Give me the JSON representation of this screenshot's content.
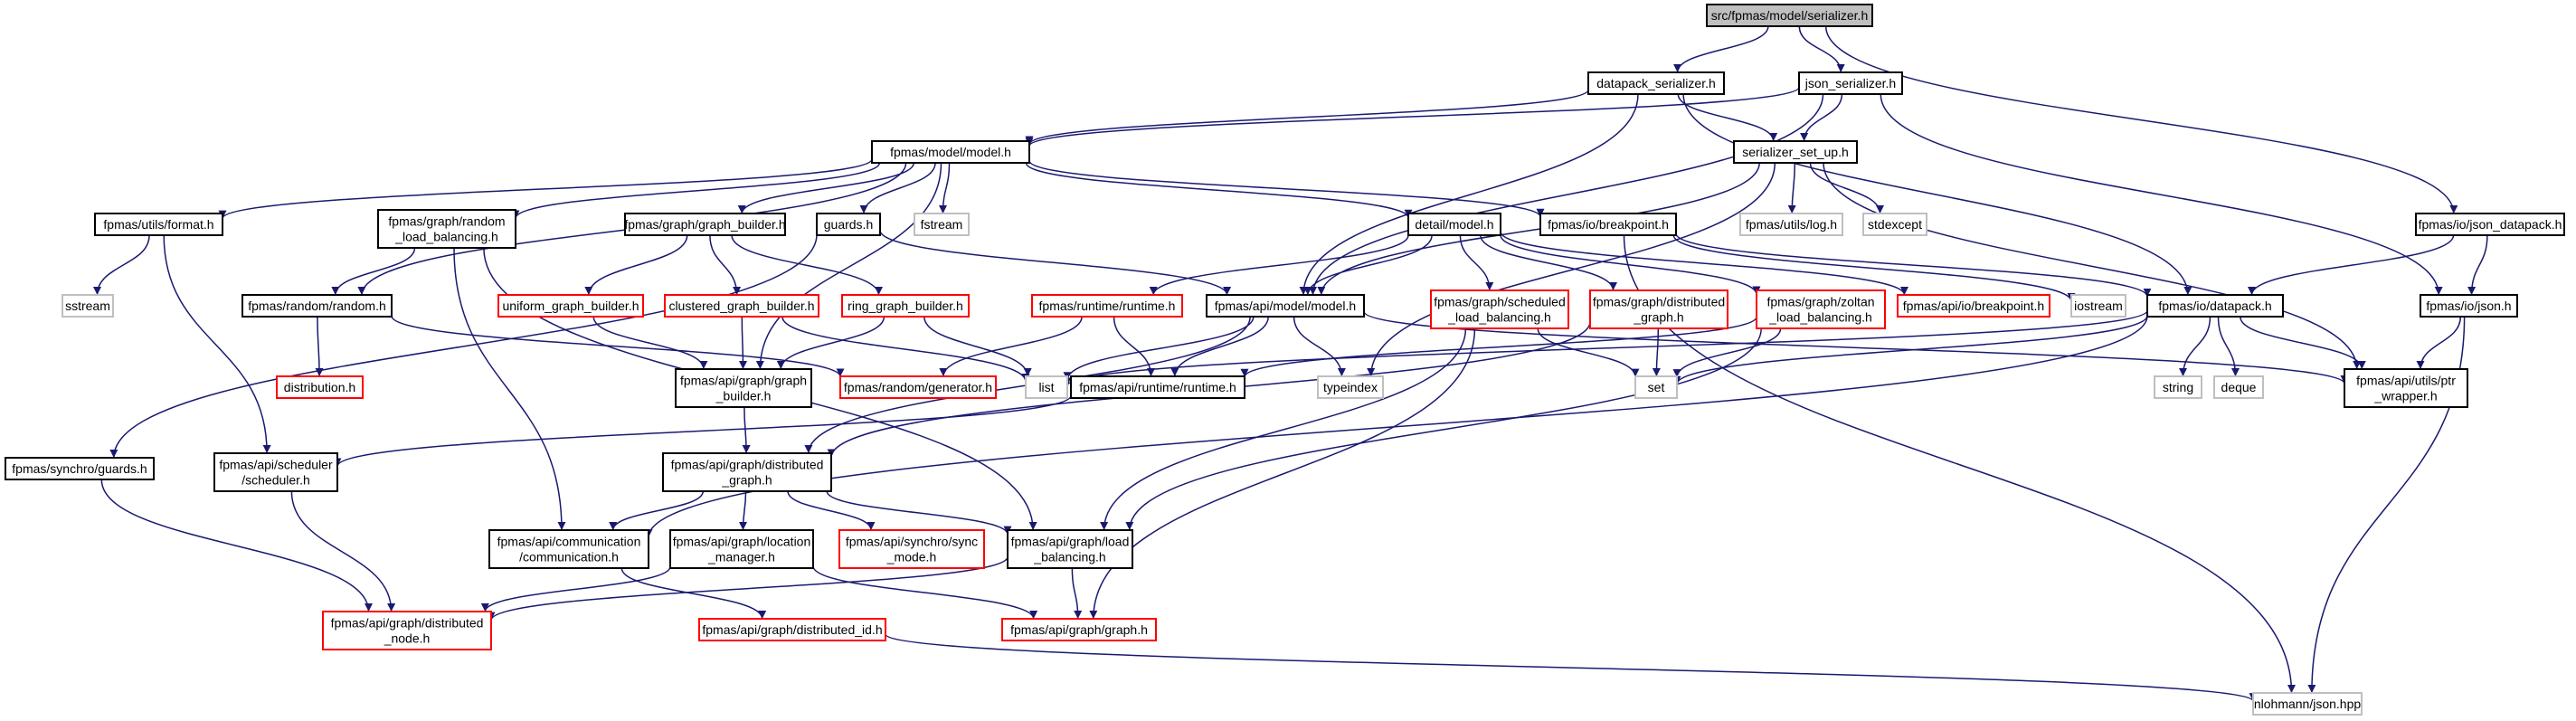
{
  "palette": {
    "edge": "#191970",
    "documented_border": "#000000",
    "truncated_border": "#ff0000",
    "external_border": "#bfbfbf",
    "root_fill": "#bfbfbf",
    "node_fill": "#ffffff"
  },
  "nodes": {
    "root": {
      "lines": [
        "src/fpmas/model/serializer.h"
      ],
      "kind": "root"
    },
    "datapack_serializer": {
      "lines": [
        "datapack_serializer.h"
      ],
      "kind": "documented"
    },
    "json_serializer": {
      "lines": [
        "json_serializer.h"
      ],
      "kind": "documented"
    },
    "fpmas_model": {
      "lines": [
        "fpmas/model/model.h"
      ],
      "kind": "documented"
    },
    "serializer_set_up": {
      "lines": [
        "serializer_set_up.h"
      ],
      "kind": "documented"
    },
    "io_json_datapack": {
      "lines": [
        "fpmas/io/json_datapack.h"
      ],
      "kind": "documented"
    },
    "utils_format": {
      "lines": [
        "fpmas/utils/format.h"
      ],
      "kind": "documented"
    },
    "random_load_balancing": {
      "lines": [
        "fpmas/graph/random",
        "_load_balancing.h"
      ],
      "kind": "documented"
    },
    "graph_builder": {
      "lines": [
        "fpmas/graph/graph_builder.h"
      ],
      "kind": "documented"
    },
    "guards": {
      "lines": [
        "guards.h"
      ],
      "kind": "documented"
    },
    "fstream": {
      "lines": [
        "fstream"
      ],
      "kind": "external"
    },
    "detail_model": {
      "lines": [
        "detail/model.h"
      ],
      "kind": "documented"
    },
    "io_breakpoint": {
      "lines": [
        "fpmas/io/breakpoint.h"
      ],
      "kind": "documented"
    },
    "utils_log": {
      "lines": [
        "fpmas/utils/log.h"
      ],
      "kind": "external"
    },
    "stdexcept": {
      "lines": [
        "stdexcept"
      ],
      "kind": "external"
    },
    "sstream": {
      "lines": [
        "sstream"
      ],
      "kind": "external"
    },
    "random_random": {
      "lines": [
        "fpmas/random/random.h"
      ],
      "kind": "documented"
    },
    "uniform_graph_builder": {
      "lines": [
        "uniform_graph_builder.h"
      ],
      "kind": "truncated"
    },
    "clustered_graph_builder": {
      "lines": [
        "clustered_graph_builder.h"
      ],
      "kind": "truncated"
    },
    "ring_graph_builder": {
      "lines": [
        "ring_graph_builder.h"
      ],
      "kind": "truncated"
    },
    "runtime_runtime": {
      "lines": [
        "fpmas/runtime/runtime.h"
      ],
      "kind": "truncated"
    },
    "api_model_model": {
      "lines": [
        "fpmas/api/model/model.h"
      ],
      "kind": "documented"
    },
    "scheduled_load_balancing": {
      "lines": [
        "fpmas/graph/scheduled",
        "_load_balancing.h"
      ],
      "kind": "truncated"
    },
    "graph_distributed_graph": {
      "lines": [
        "fpmas/graph/distributed",
        "_graph.h"
      ],
      "kind": "truncated"
    },
    "zoltan_load_balancing": {
      "lines": [
        "fpmas/graph/zoltan",
        "_load_balancing.h"
      ],
      "kind": "truncated"
    },
    "api_io_breakpoint": {
      "lines": [
        "fpmas/api/io/breakpoint.h"
      ],
      "kind": "truncated"
    },
    "iostream": {
      "lines": [
        "iostream"
      ],
      "kind": "external"
    },
    "io_datapack": {
      "lines": [
        "fpmas/io/datapack.h"
      ],
      "kind": "documented"
    },
    "io_json": {
      "lines": [
        "fpmas/io/json.h"
      ],
      "kind": "documented"
    },
    "distribution": {
      "lines": [
        "distribution.h"
      ],
      "kind": "truncated"
    },
    "random_generator": {
      "lines": [
        "fpmas/random/generator.h"
      ],
      "kind": "truncated"
    },
    "api_graph_builder": {
      "lines": [
        "fpmas/api/graph/graph",
        "_builder.h"
      ],
      "kind": "documented"
    },
    "list": {
      "lines": [
        "list"
      ],
      "kind": "external"
    },
    "api_runtime": {
      "lines": [
        "fpmas/api/runtime/runtime.h"
      ],
      "kind": "documented"
    },
    "typeindex": {
      "lines": [
        "typeindex"
      ],
      "kind": "external"
    },
    "set": {
      "lines": [
        "set"
      ],
      "kind": "external"
    },
    "string": {
      "lines": [
        "string"
      ],
      "kind": "external"
    },
    "deque": {
      "lines": [
        "deque"
      ],
      "kind": "external"
    },
    "ptr_wrapper": {
      "lines": [
        "fpmas/api/utils/ptr",
        "_wrapper.h"
      ],
      "kind": "documented"
    },
    "synchro_guards": {
      "lines": [
        "fpmas/synchro/guards.h"
      ],
      "kind": "documented"
    },
    "api_scheduler": {
      "lines": [
        "fpmas/api/scheduler",
        "/scheduler.h"
      ],
      "kind": "documented"
    },
    "api_distributed_graph": {
      "lines": [
        "fpmas/api/graph/distributed",
        "_graph.h"
      ],
      "kind": "documented"
    },
    "api_communication": {
      "lines": [
        "fpmas/api/communication",
        "/communication.h"
      ],
      "kind": "documented"
    },
    "location_manager": {
      "lines": [
        "fpmas/api/graph/location",
        "_manager.h"
      ],
      "kind": "documented"
    },
    "sync_mode": {
      "lines": [
        "fpmas/api/synchro/sync",
        "_mode.h"
      ],
      "kind": "truncated"
    },
    "api_load_balancing": {
      "lines": [
        "fpmas/api/graph/load",
        "_balancing.h"
      ],
      "kind": "documented"
    },
    "distributed_node": {
      "lines": [
        "fpmas/api/graph/distributed",
        "_node.h"
      ],
      "kind": "truncated"
    },
    "distributed_id": {
      "lines": [
        "fpmas/api/graph/distributed_id.h"
      ],
      "kind": "truncated"
    },
    "api_graph_graph": {
      "lines": [
        "fpmas/api/graph/graph.h"
      ],
      "kind": "truncated"
    },
    "nlohmann": {
      "lines": [
        "nlohmann/json.hpp"
      ],
      "kind": "external"
    }
  },
  "edges": [
    [
      "root",
      "datapack_serializer"
    ],
    [
      "root",
      "json_serializer"
    ],
    [
      "root",
      "io_json_datapack"
    ],
    [
      "datapack_serializer",
      "fpmas_model"
    ],
    [
      "datapack_serializer",
      "serializer_set_up"
    ],
    [
      "datapack_serializer",
      "api_model_model"
    ],
    [
      "datapack_serializer",
      "io_datapack"
    ],
    [
      "json_serializer",
      "fpmas_model"
    ],
    [
      "json_serializer",
      "serializer_set_up"
    ],
    [
      "json_serializer",
      "api_model_model"
    ],
    [
      "json_serializer",
      "io_json"
    ],
    [
      "fpmas_model",
      "utils_format"
    ],
    [
      "fpmas_model",
      "random_load_balancing"
    ],
    [
      "fpmas_model",
      "graph_builder"
    ],
    [
      "fpmas_model",
      "guards"
    ],
    [
      "fpmas_model",
      "fstream"
    ],
    [
      "fpmas_model",
      "detail_model"
    ],
    [
      "fpmas_model",
      "io_breakpoint"
    ],
    [
      "fpmas_model",
      "random_random"
    ],
    [
      "fpmas_model",
      "api_graph_builder"
    ],
    [
      "serializer_set_up",
      "utils_log"
    ],
    [
      "serializer_set_up",
      "stdexcept"
    ],
    [
      "serializer_set_up",
      "typeindex"
    ],
    [
      "serializer_set_up",
      "ptr_wrapper"
    ],
    [
      "serializer_set_up",
      "api_model_model"
    ],
    [
      "io_json_datapack",
      "io_datapack"
    ],
    [
      "io_json_datapack",
      "io_json"
    ],
    [
      "utils_format",
      "sstream"
    ],
    [
      "utils_format",
      "api_scheduler"
    ],
    [
      "random_load_balancing",
      "random_random"
    ],
    [
      "random_load_balancing",
      "api_communication"
    ],
    [
      "random_load_balancing",
      "api_load_balancing"
    ],
    [
      "graph_builder",
      "uniform_graph_builder"
    ],
    [
      "graph_builder",
      "clustered_graph_builder"
    ],
    [
      "graph_builder",
      "ring_graph_builder"
    ],
    [
      "guards",
      "api_model_model"
    ],
    [
      "guards",
      "synchro_guards"
    ],
    [
      "detail_model",
      "runtime_runtime"
    ],
    [
      "detail_model",
      "api_model_model"
    ],
    [
      "detail_model",
      "scheduled_load_balancing"
    ],
    [
      "detail_model",
      "graph_distributed_graph"
    ],
    [
      "detail_model",
      "zoltan_load_balancing"
    ],
    [
      "detail_model",
      "api_io_breakpoint"
    ],
    [
      "io_breakpoint",
      "iostream"
    ],
    [
      "io_breakpoint",
      "io_datapack"
    ],
    [
      "io_breakpoint",
      "nlohmann"
    ],
    [
      "random_random",
      "distribution"
    ],
    [
      "random_random",
      "random_generator"
    ],
    [
      "uniform_graph_builder",
      "api_graph_builder"
    ],
    [
      "clustered_graph_builder",
      "api_graph_builder"
    ],
    [
      "clustered_graph_builder",
      "list"
    ],
    [
      "ring_graph_builder",
      "api_graph_builder"
    ],
    [
      "ring_graph_builder",
      "list"
    ],
    [
      "runtime_runtime",
      "random_generator"
    ],
    [
      "runtime_runtime",
      "api_runtime"
    ],
    [
      "api_model_model",
      "list"
    ],
    [
      "api_model_model",
      "api_runtime"
    ],
    [
      "api_model_model",
      "typeindex"
    ],
    [
      "api_model_model",
      "api_distributed_graph"
    ],
    [
      "api_model_model",
      "ptr_wrapper"
    ],
    [
      "scheduled_load_balancing",
      "set"
    ],
    [
      "scheduled_load_balancing",
      "api_load_balancing"
    ],
    [
      "scheduled_load_balancing",
      "api_graph_graph"
    ],
    [
      "graph_distributed_graph",
      "set"
    ],
    [
      "graph_distributed_graph",
      "api_distributed_graph"
    ],
    [
      "zoltan_load_balancing",
      "set"
    ],
    [
      "zoltan_load_balancing",
      "api_load_balancing"
    ],
    [
      "zoltan_load_balancing",
      "api_runtime"
    ],
    [
      "io_datapack",
      "list"
    ],
    [
      "io_datapack",
      "set"
    ],
    [
      "io_datapack",
      "string"
    ],
    [
      "io_datapack",
      "deque"
    ],
    [
      "io_datapack",
      "ptr_wrapper"
    ],
    [
      "io_datapack",
      "api_communication"
    ],
    [
      "io_json",
      "ptr_wrapper"
    ],
    [
      "io_json",
      "nlohmann"
    ],
    [
      "api_graph_builder",
      "api_distributed_graph"
    ],
    [
      "api_runtime",
      "api_scheduler"
    ],
    [
      "synchro_guards",
      "distributed_node"
    ],
    [
      "api_scheduler",
      "distributed_node"
    ],
    [
      "api_distributed_graph",
      "api_communication"
    ],
    [
      "api_distributed_graph",
      "location_manager"
    ],
    [
      "api_distributed_graph",
      "sync_mode"
    ],
    [
      "api_distributed_graph",
      "api_load_balancing"
    ],
    [
      "location_manager",
      "distributed_node"
    ],
    [
      "location_manager",
      "api_graph_graph"
    ],
    [
      "api_load_balancing",
      "distributed_node"
    ],
    [
      "api_load_balancing",
      "api_graph_graph"
    ],
    [
      "api_communication",
      "distributed_id"
    ],
    [
      "distributed_id",
      "nlohmann"
    ]
  ]
}
